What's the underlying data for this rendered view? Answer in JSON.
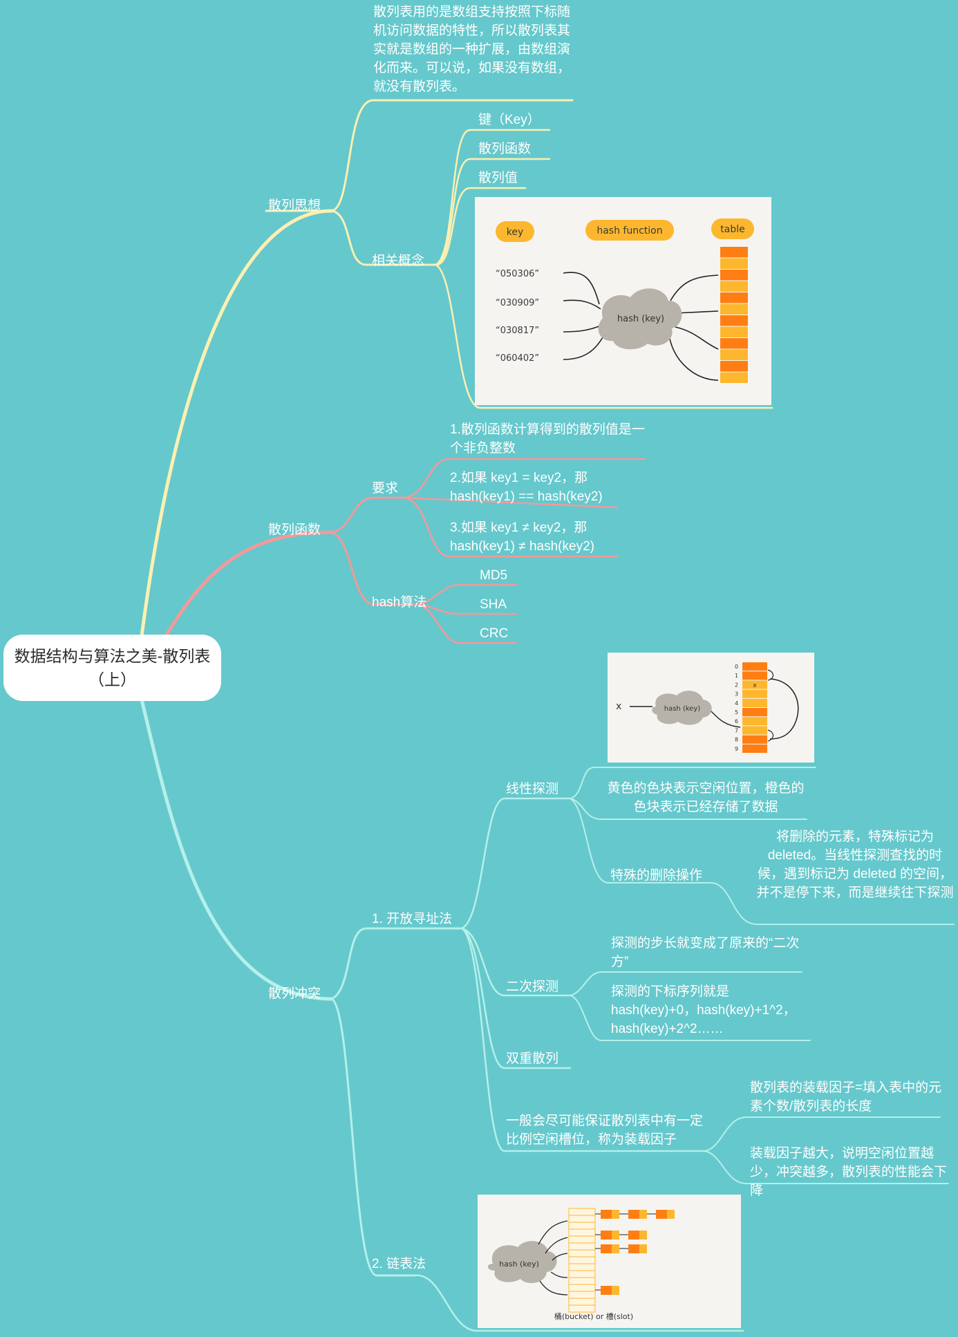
{
  "root": "数据结构与算法之美-散列表（上）",
  "branches": {
    "idea": {
      "label": "散列思想",
      "desc": "散列表用的是数组支持按照下标随机访问数据的特性，所以散列表其实就是数组的一种扩展，由数组演化而来。可以说，如果没有数组，就没有散列表。",
      "concepts": {
        "label": "相关概念",
        "items": [
          "键（Key）",
          "散列函数",
          "散列值"
        ]
      },
      "figure": {
        "key": "key",
        "hash_function": "hash function",
        "table": "table",
        "keys": [
          "“050306”",
          "“030909”",
          "“030817”",
          "“060402”"
        ],
        "cloud": "hash (key)"
      }
    },
    "func": {
      "label": "散列函数",
      "req": {
        "label": "要求",
        "items": [
          "1.散列函数计算得到的散列值是一个非负整数",
          "2.如果 key1 = key2，那hash(key1) == hash(key2)",
          "3.如果 key1 ≠ key2，那hash(key1) ≠ hash(key2)"
        ]
      },
      "algo": {
        "label": "hash算法",
        "items": [
          "MD5",
          "SHA",
          "CRC"
        ]
      }
    },
    "conflict": {
      "label": "散列冲突",
      "open": {
        "label": "1. 开放寻址法",
        "linear": {
          "label": "线性探测",
          "desc": "黄色的色块表示空闲位置，橙色的色块表示已经存储了数据",
          "delete": {
            "label": "特殊的删除操作",
            "desc": "将删除的元素，特殊标记为 deleted。当线性探测查找的时候，遇到标记为 deleted 的空间，并不是停下来，而是继续往下探测"
          },
          "figure": {
            "x": "x",
            "cloud": "hash (key)",
            "indices": [
              "0",
              "1",
              "2",
              "3",
              "4",
              "5",
              "6",
              "7",
              "8",
              "9"
            ]
          }
        },
        "quad": {
          "label": "二次探测",
          "items": [
            "探测的步长就变成了原来的“二次方”",
            "探测的下标序列就是 hash(key)+0，hash(key)+1^2，hash(key)+2^2……"
          ]
        },
        "double": {
          "label": "双重散列"
        },
        "load": {
          "label": "一般会尽可能保证散列表中有一定比例空闲槽位，称为装载因子",
          "items": [
            "散列表的装载因子=填入表中的元素个数/散列表的长度",
            "装载因子越大，说明空闲位置越少，冲突越多，散列表的性能会下降"
          ]
        }
      },
      "chain": {
        "label": "2. 链表法",
        "figure": {
          "cloud": "hash (key)",
          "caption": "桶(bucket) or 槽(slot)"
        }
      }
    }
  },
  "colors": {
    "background": "#65c8cc",
    "idea_branch": "#fbf0b2",
    "func_branch": "#f29a9b",
    "conflict_branch": "#b4f0ea",
    "orange": "#ff7e14",
    "yellow": "#fdb72e"
  }
}
